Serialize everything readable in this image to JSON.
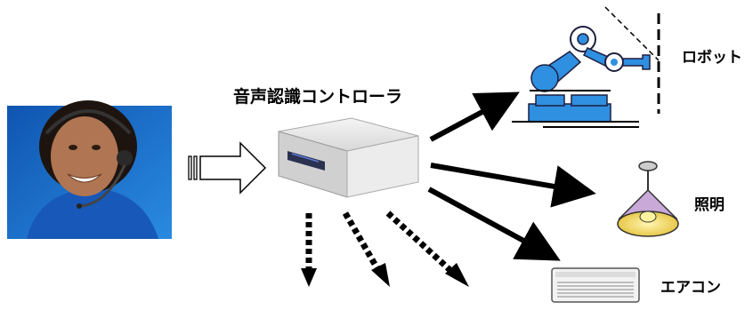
{
  "diagram": {
    "controller_label": "音声認識コントローラ",
    "targets": [
      {
        "id": "robot",
        "label": "ロボット"
      },
      {
        "id": "light",
        "label": "照明"
      },
      {
        "id": "aircon",
        "label": "エアコン"
      }
    ],
    "unlabeled_outputs": 3
  },
  "colors": {
    "robot_blue": "#2f8fe0",
    "robot_dark": "#1f1f40",
    "photo_bg": "#1a6fc4",
    "device_body": "#e6e6e6",
    "lamp_yellow": "#f2dd7a",
    "arrow": "#000000"
  },
  "icons": [
    "person-photo",
    "device-box-icon",
    "robot-arm-icon",
    "pendant-lamp-icon",
    "air-conditioner-icon"
  ]
}
